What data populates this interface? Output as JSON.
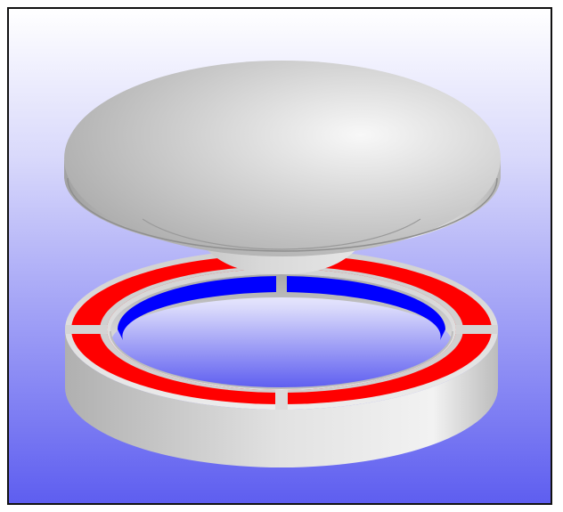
{
  "figure": {
    "colors": {
      "background_top": "#ffffff",
      "background_bottom": "#5e5ef0",
      "dome_gray": "#c8c8c8",
      "ring_gray": "#d6d6d6",
      "outer_poles": "#ff0000",
      "inner_poles": "#0000ff",
      "frame": "#111111"
    },
    "components": [
      {
        "name": "bearing-dome",
        "shape": "convex disc"
      },
      {
        "name": "stator-ring",
        "shape": "annular ring"
      }
    ],
    "ring": {
      "outer_pole_segments": 4,
      "inner_pole_segments": 2,
      "outer_pole_color": "red",
      "inner_pole_color": "blue"
    }
  }
}
